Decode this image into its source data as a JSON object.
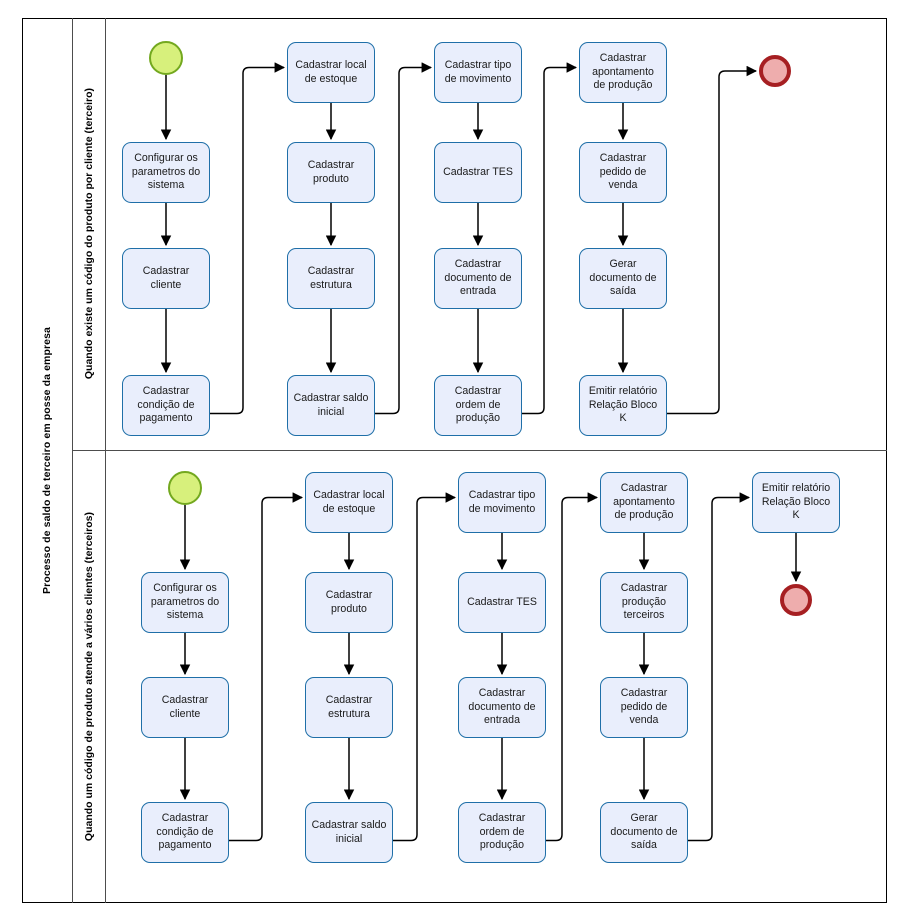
{
  "pool": {
    "title": "Processo de saldo de terceiro em posse da empresa"
  },
  "lanes": [
    {
      "id": "lane-top",
      "label": "Quando existe um código do produto por cliente (terceiro)",
      "start_event": {
        "name": "start-event",
        "label": ""
      },
      "end_event": {
        "name": "end-event",
        "label": ""
      },
      "columns": [
        {
          "tasks": [
            "Configurar os\nparametros do\nsistema",
            "Cadastrar\ncliente",
            "Cadastrar\ncondição de\npagamento"
          ]
        },
        {
          "tasks": [
            "Cadastrar local\nde estoque",
            "Cadastrar\nproduto",
            "Cadastrar\nestrutura",
            "Cadastrar saldo\ninicial"
          ]
        },
        {
          "tasks": [
            "Cadastrar tipo\nde movimento",
            "Cadastrar TES",
            "Cadastrar\ndocumento de\nentrada",
            "Cadastrar\nordem de\nprodução"
          ]
        },
        {
          "tasks": [
            "Cadastrar\napontamento\nde produção",
            "Cadastrar\npedido de\nvenda",
            "Gerar\ndocumento de\nsaída",
            "Emitir relatório\nRelação Bloco\nK"
          ]
        }
      ]
    },
    {
      "id": "lane-bottom",
      "label": "Quando um código de produto atende a vários clientes (terceiros)",
      "start_event": {
        "name": "start-event",
        "label": ""
      },
      "end_event": {
        "name": "end-event",
        "label": ""
      },
      "columns": [
        {
          "tasks": [
            "Configurar os\nparametros do\nsistema",
            "Cadastrar\ncliente",
            "Cadastrar\ncondição de\npagamento"
          ]
        },
        {
          "tasks": [
            "Cadastrar local\nde estoque",
            "Cadastrar\nproduto",
            "Cadastrar\nestrutura",
            "Cadastrar saldo\ninicial"
          ]
        },
        {
          "tasks": [
            "Cadastrar tipo\nde movimento",
            "Cadastrar TES",
            "Cadastrar\ndocumento de\nentrada",
            "Cadastrar\nordem de\nprodução"
          ]
        },
        {
          "tasks": [
            "Cadastrar\napontamento\nde produção",
            "Cadastrar\nprodução\nterceiros",
            "Cadastrar\npedido de\nvenda",
            "Gerar\ndocumento de\nsaída"
          ]
        },
        {
          "tasks": [
            "Emitir relatório\nRelação Bloco\nK"
          ]
        }
      ]
    }
  ],
  "colors": {
    "task_fill": "#e9eefc",
    "task_border": "#1f6fa8",
    "start_fill": "#d7f07c",
    "start_border": "#73a81f",
    "end_fill": "#eeadad",
    "end_border": "#a61f22",
    "frame": "#000000",
    "lane_divider": "#4d4d4d",
    "connector": "#000000"
  },
  "layout": {
    "task_width": 88,
    "task_height": 61
  }
}
